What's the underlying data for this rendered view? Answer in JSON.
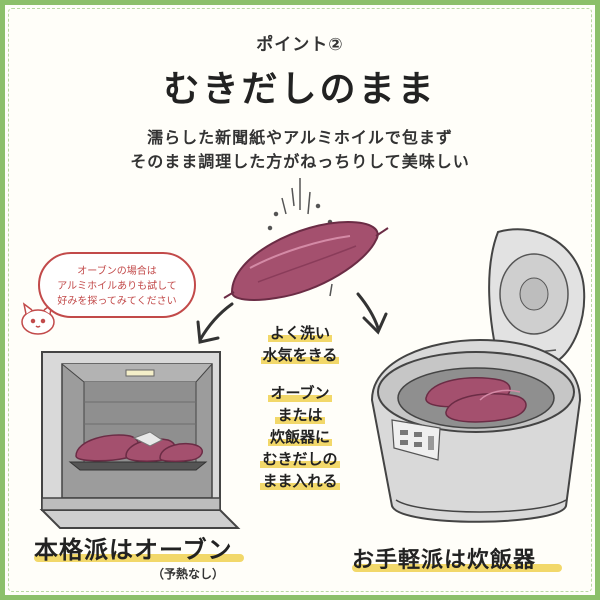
{
  "header": {
    "point_label": "ポイント②",
    "title": "むきだしのまま"
  },
  "description": {
    "line1": "濡らした新聞紙やアルミホイルで包まず",
    "line2": "そのまま調理した方がねっちりして美味しい"
  },
  "speech_bubble": {
    "line1": "オーブンの場合は",
    "line2": "アルミホイルありも試して",
    "line3": "好みを探ってみてください"
  },
  "center_steps": {
    "wash_line1": "よく洗い",
    "wash_line2": "水気をきる",
    "method_line1": "オーブン",
    "method_line2": "または",
    "method_line3": "炊飯器に",
    "method_line4": "むきだしの",
    "method_line5": "まま入れる"
  },
  "oven": {
    "label": "本格派はオーブン",
    "sub_label": "（予熱なし）"
  },
  "rice_cooker": {
    "label": "お手軽派は炊飯器"
  },
  "colors": {
    "frame_green": "#8cc06a",
    "highlight_yellow": "#f2d86a",
    "sweet_potato": "#a4506e",
    "bubble_red": "#c24a4a",
    "appliance_gray": "#d9d9d9"
  }
}
